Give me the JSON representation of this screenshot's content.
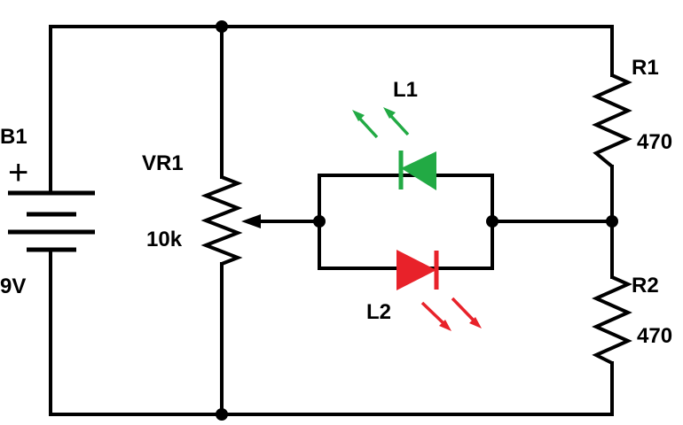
{
  "components": {
    "battery": {
      "ref": "B1",
      "value": "9V",
      "polarity": "+"
    },
    "potentiometer": {
      "ref": "VR1",
      "value": "10k"
    },
    "led_green": {
      "ref": "L1",
      "color": "#22aa44"
    },
    "led_red": {
      "ref": "L2",
      "color": "#e8222a"
    },
    "resistor_top": {
      "ref": "R1",
      "value": "470"
    },
    "resistor_bottom": {
      "ref": "R2",
      "value": "470"
    }
  },
  "colors": {
    "wire": "#000000",
    "led_green": "#22aa44",
    "led_red": "#e8222a"
  }
}
